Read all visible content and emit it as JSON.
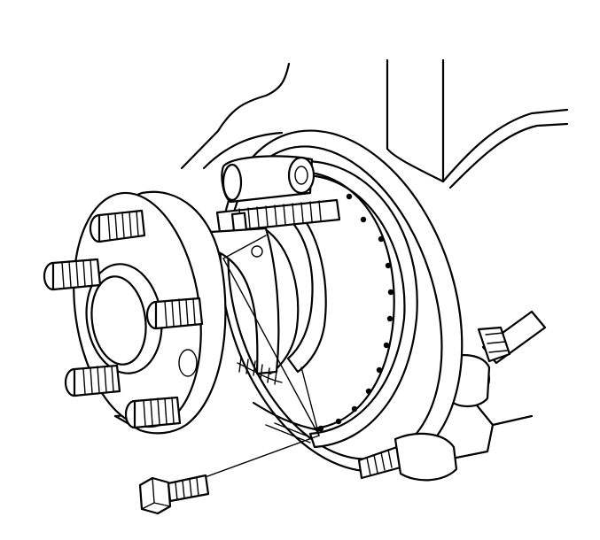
{
  "figure": {
    "type": "exploded-view line illustration",
    "colors": {
      "line": "#000000",
      "background": "#ffffff"
    },
    "parts": [
      "suspension-knuckle",
      "steering-linkage",
      "brake-backing-plate",
      "brake-shoes",
      "wheel-cylinder",
      "adjuster-assembly",
      "park-brake-strut",
      "return-springs",
      "wheel-hub-flange",
      "wheel-studs",
      "hub-mounting-bolt",
      "tie-rod-end",
      "lower-control-arm-bolt"
    ]
  }
}
